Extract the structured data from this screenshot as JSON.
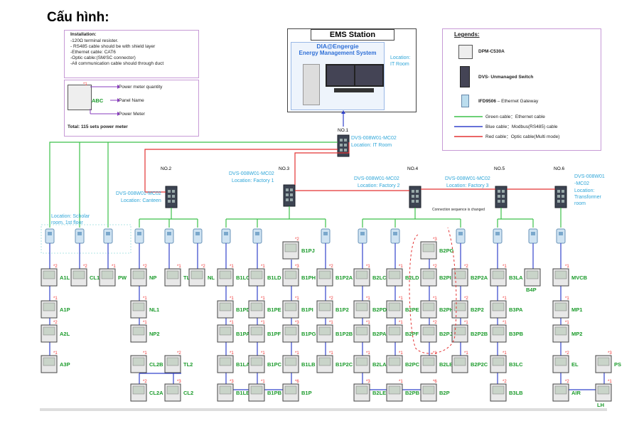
{
  "page_title": "Cấu hình:",
  "installation": {
    "heading": "Installation:",
    "lines": [
      "-120Ω terminal resister.",
      "- RS485 cable should be with shield layer",
      "-Ethernet cable: CAT6",
      "-Optic cable:(SM/SC connector)",
      "-All communication cable should through duct"
    ]
  },
  "meter_legend": {
    "star": "*1",
    "meter_label": "ABC",
    "power_meter_quantity": "Power meter quantity",
    "panel_name": "Panel Name",
    "power_meter": "Power Meter",
    "total": "Total: 115 sets power meter"
  },
  "ems": {
    "title": "EMS Station",
    "brand": "DIA@Engergie",
    "subtitle": "Energy Management System",
    "location": "Location:\nIT Room"
  },
  "legends": {
    "title": "Legends:",
    "meter": "DPM-C530A",
    "switch": "DVS- Unmanaged Switch",
    "gateway_code": "IFD9506",
    "gateway_desc": " – Ethernet Gateway",
    "green": "Green cable：Ethernet cable",
    "blue": "Blue cable：Modbus(RS485) cable",
    "red": "Red cable：Optic cable(Multi mode)",
    "colors": {
      "green": "#3cc14a",
      "blue": "#3344cc",
      "red": "#e33333"
    }
  },
  "switches": [
    {
      "no": "NO.1",
      "model": "DVS-008W01-MC02",
      "location": "Location: IT Room"
    },
    {
      "no": "NO.2",
      "model": "DVS-008W01-MC02",
      "location": "Location: Canteen"
    },
    {
      "no": "NO.3",
      "model": "DVS-008W01-MC02",
      "location": "Location: Factory 1"
    },
    {
      "no": "NO.4",
      "model": "DVS-008W01-MC02",
      "location": "Location: Factory 2"
    },
    {
      "no": "NO.5",
      "model": "DVS-008W01-MC02",
      "location": "Location: Factory 3"
    },
    {
      "no": "NO.6",
      "model": "DVS-008W01",
      "model2": "-MC02",
      "location": "Location:",
      "location2": "Transformer",
      "location3": "room"
    }
  ],
  "scholar_location": {
    "line1": "Location: Scholar",
    "line2": "room, 1st floor"
  },
  "connection_note": "Connection sequence is changed",
  "meters": [
    {
      "name": "A1L",
      "star": "*2"
    },
    {
      "name": "A1P",
      "star": "*1"
    },
    {
      "name": "A2L",
      "star": "*2"
    },
    {
      "name": "A3P",
      "star": "*1"
    },
    {
      "name": "CL1",
      "star": "*2"
    },
    {
      "name": "PW",
      "star": "*1"
    },
    {
      "name": "NP",
      "star": "*2"
    },
    {
      "name": "NL1",
      "star": "*1"
    },
    {
      "name": "NP2",
      "star": "*1"
    },
    {
      "name": "CL2B",
      "star": "*1"
    },
    {
      "name": "CL2A",
      "star": "*2"
    },
    {
      "name": "TL",
      "star": "*1"
    },
    {
      "name": "TL2",
      "star": "*2"
    },
    {
      "name": "CL2",
      "star": "*3"
    },
    {
      "name": "NL",
      "star": "*2"
    },
    {
      "name": "B1LC",
      "star": "*1"
    },
    {
      "name": "B1PD",
      "star": "*1"
    },
    {
      "name": "B1PA",
      "star": "*1"
    },
    {
      "name": "B1LA",
      "star": "*1"
    },
    {
      "name": "B1LE",
      "star": "*3"
    },
    {
      "name": "B1LD",
      "star": "*1"
    },
    {
      "name": "B1PE",
      "star": "*1"
    },
    {
      "name": "B1PF",
      "star": "*1"
    },
    {
      "name": "B1PC",
      "star": "*1"
    },
    {
      "name": "B1PB",
      "star": "*1"
    },
    {
      "name": "B1PJ",
      "star": "*2"
    },
    {
      "name": "B1PH",
      "star": "*3"
    },
    {
      "name": "B1PI",
      "star": "*1"
    },
    {
      "name": "B1PG",
      "star": "*3"
    },
    {
      "name": "B1LB",
      "star": "*1"
    },
    {
      "name": "B1P",
      "star": "*6"
    },
    {
      "name": "B1P2A",
      "star": "*2"
    },
    {
      "name": "B1P2",
      "star": "*2"
    },
    {
      "name": "B1P2B",
      "star": "*1"
    },
    {
      "name": "B1P2C",
      "star": "*1"
    },
    {
      "name": "B2LC",
      "star": "*1"
    },
    {
      "name": "B2PD",
      "star": "*1"
    },
    {
      "name": "B2PA",
      "star": "*1"
    },
    {
      "name": "B2LA",
      "star": "*1"
    },
    {
      "name": "B2LE",
      "star": "*3"
    },
    {
      "name": "B2LD",
      "star": "*1"
    },
    {
      "name": "B2PE",
      "star": "*1"
    },
    {
      "name": "B2PF",
      "star": "*1"
    },
    {
      "name": "B2PC",
      "star": "*1"
    },
    {
      "name": "B2PB",
      "star": "*1"
    },
    {
      "name": "B2PG",
      "star": "*3"
    },
    {
      "name": "B2PI",
      "star": "*2"
    },
    {
      "name": "B2PH",
      "star": "*1"
    },
    {
      "name": "B2PJ",
      "star": "*2"
    },
    {
      "name": "B2LB",
      "star": "*1"
    },
    {
      "name": "B2P",
      "star": "*6"
    },
    {
      "name": "B2P2A",
      "star": "*2"
    },
    {
      "name": "B2P2",
      "star": "*2"
    },
    {
      "name": "B2P2B",
      "star": "*1"
    },
    {
      "name": "B2P2C",
      "star": "*1"
    },
    {
      "name": "B3LA",
      "star": "*1"
    },
    {
      "name": "B4P",
      "star": ""
    },
    {
      "name": "B3PA",
      "star": "*1"
    },
    {
      "name": "B3PB",
      "star": "*1"
    },
    {
      "name": "B3LC",
      "star": "*1"
    },
    {
      "name": "B3LB",
      "star": "*2"
    },
    {
      "name": "MVCB",
      "star": "*1"
    },
    {
      "name": "MP1",
      "star": "*1"
    },
    {
      "name": "MP2",
      "star": "*1"
    },
    {
      "name": "EL",
      "star": "*2"
    },
    {
      "name": "AIR",
      "star": "*2"
    },
    {
      "name": "PS",
      "star": "*3"
    },
    {
      "name": "LH",
      "star": "*1"
    }
  ]
}
